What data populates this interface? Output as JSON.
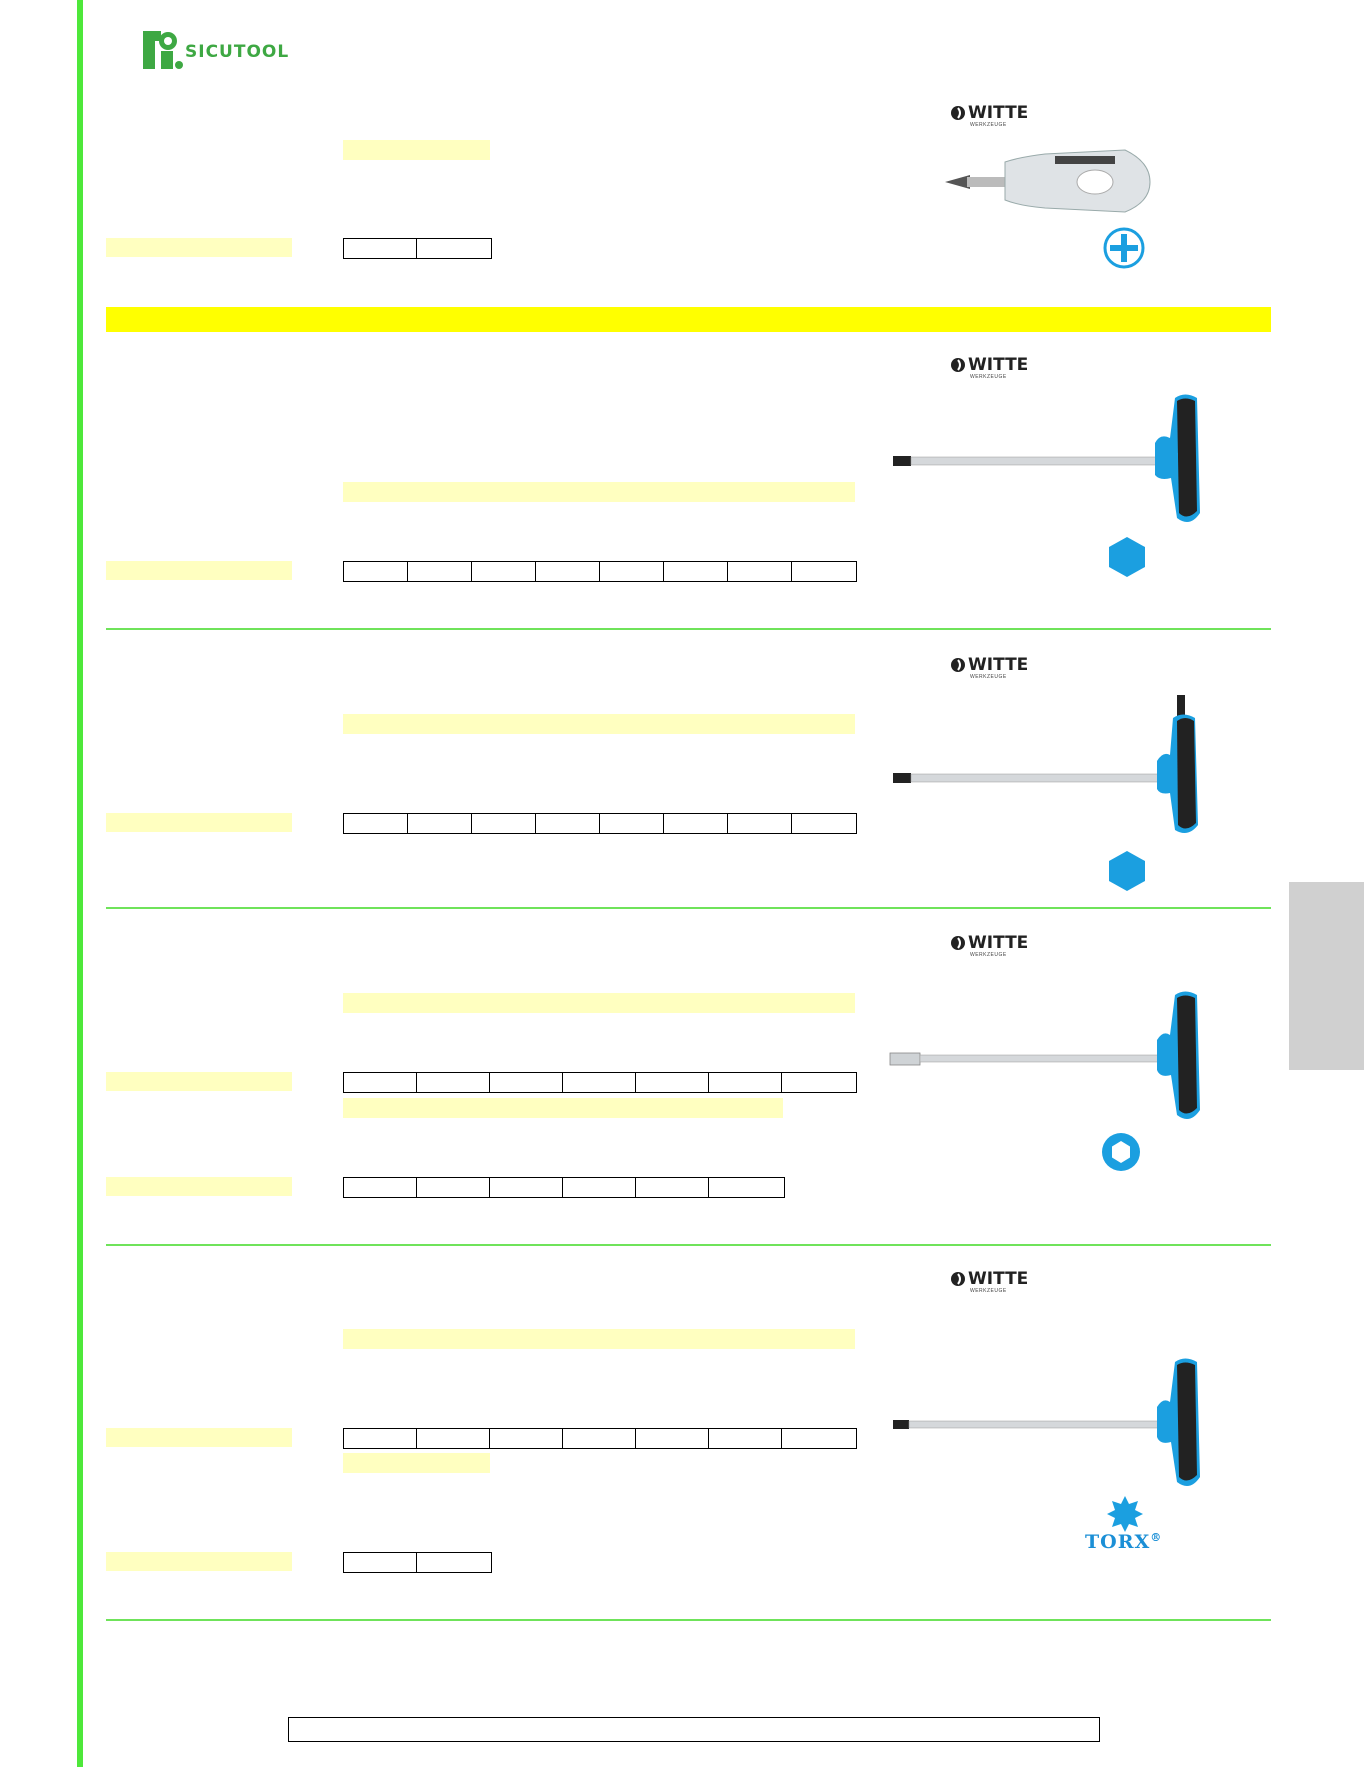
{
  "brand": {
    "logo_text": "SICUTOOL",
    "tagline": ""
  },
  "witte": {
    "name": "WITTE",
    "sub": "WERKZEUGE"
  },
  "torx": {
    "label": "TORX",
    "reg": "®"
  },
  "colors": {
    "accent_green": "#4ee83a",
    "header_yellow": "#ffff00",
    "highlight": "#ffffc0",
    "tool_blue": "#1b9fe0"
  },
  "products": [
    {
      "id": "stubby-phillips",
      "icon": "phillips-icon",
      "image": "stubby-screwdriver-image"
    },
    {
      "id": "t-handle-hex",
      "icon": "hex-icon",
      "image": "t-handle-hex-key-image"
    },
    {
      "id": "t-handle-hex-side",
      "icon": "hex-icon",
      "image": "t-handle-hex-side-exit-image"
    },
    {
      "id": "t-handle-socket",
      "icon": "hex-socket-icon",
      "image": "t-handle-socket-driver-image"
    },
    {
      "id": "t-handle-torx",
      "icon": "torx-icon",
      "image": "t-handle-torx-image"
    }
  ]
}
